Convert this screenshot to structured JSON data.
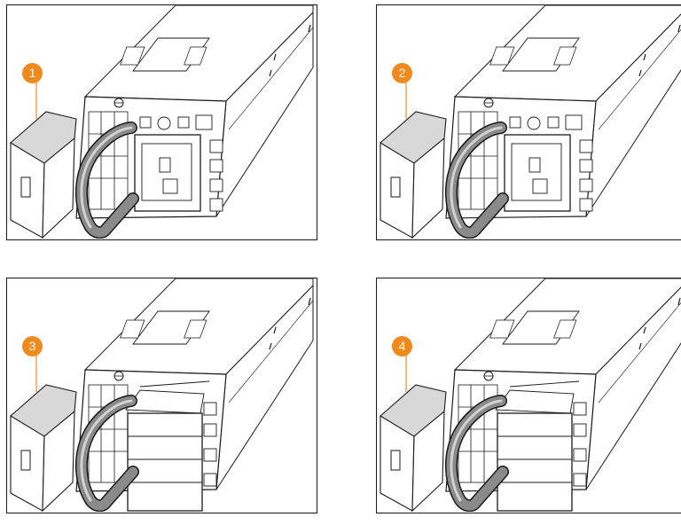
{
  "steps": [
    {
      "number": "1",
      "state": "handle-open-cable-plugged"
    },
    {
      "number": "2",
      "state": "handle-open-cable-plugged"
    },
    {
      "number": "3",
      "state": "handle-open-plug-cover"
    },
    {
      "number": "4",
      "state": "handle-open-plug-cover"
    }
  ],
  "colors": {
    "badge": "#f08a1c",
    "latch": "#d8d8d8",
    "handle": "#8a8a8a",
    "stroke": "#1a1a1a"
  }
}
